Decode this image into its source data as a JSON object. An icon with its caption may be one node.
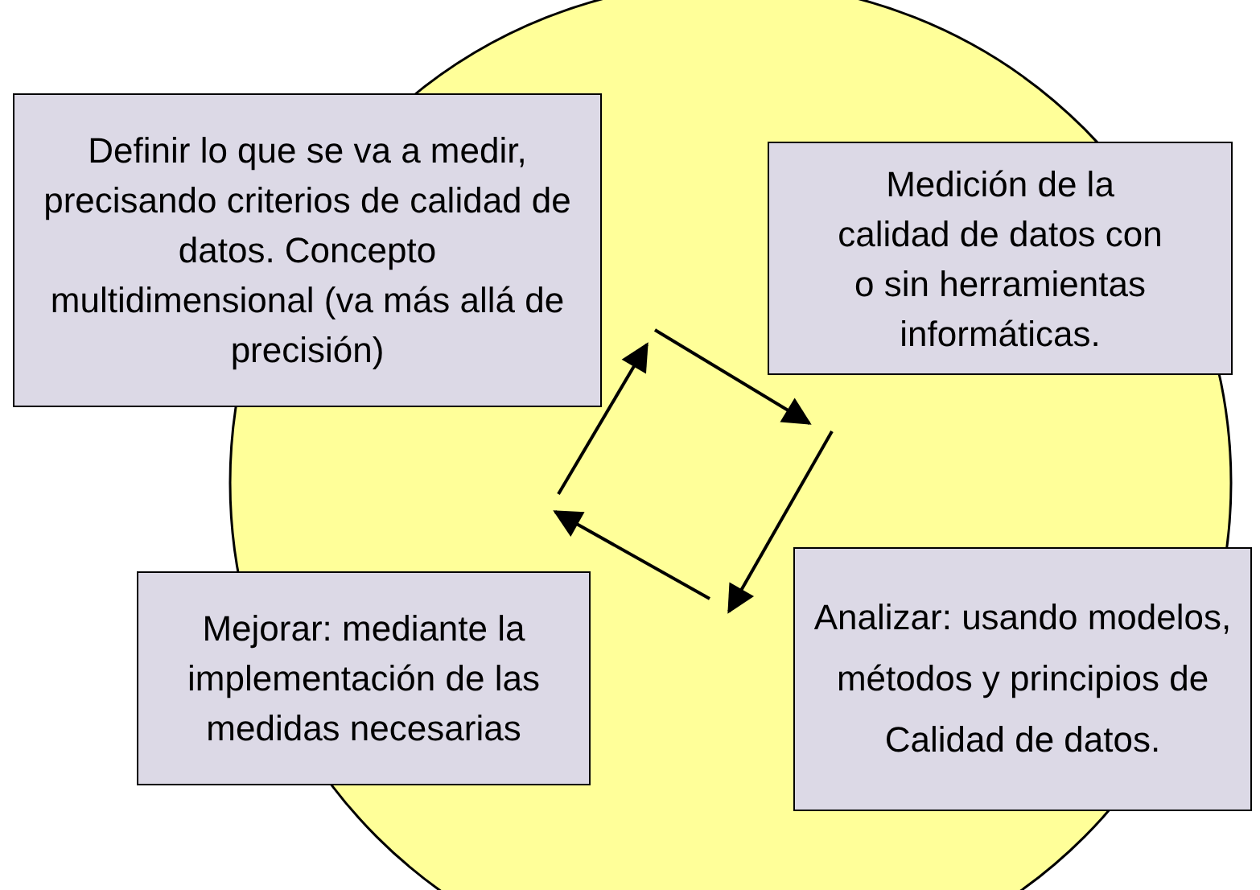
{
  "diagram": {
    "nodes": [
      {
        "text": [
          "Definir lo que se va a medir, precisando criterios de calidad de datos. Concepto multidimensional (va más allá de precisión)"
        ]
      },
      {
        "text": [
          "Medición de la calidad de datos con o sin herramientas informáticas."
        ]
      },
      {
        "text": [
          "Analizar: usando modelos, métodos y principios de Calidad de datos."
        ]
      },
      {
        "text": [
          "Mejorar: mediante la implementación de las medidas necesarias"
        ]
      }
    ],
    "edges": [
      {
        "from": 0,
        "to": 1,
        "arrow": "to"
      },
      {
        "from": 1,
        "to": 2,
        "arrow": "to"
      },
      {
        "from": 2,
        "to": 3,
        "arrow": "to"
      },
      {
        "from": 3,
        "to": 0,
        "arrow": "to"
      }
    ]
  }
}
